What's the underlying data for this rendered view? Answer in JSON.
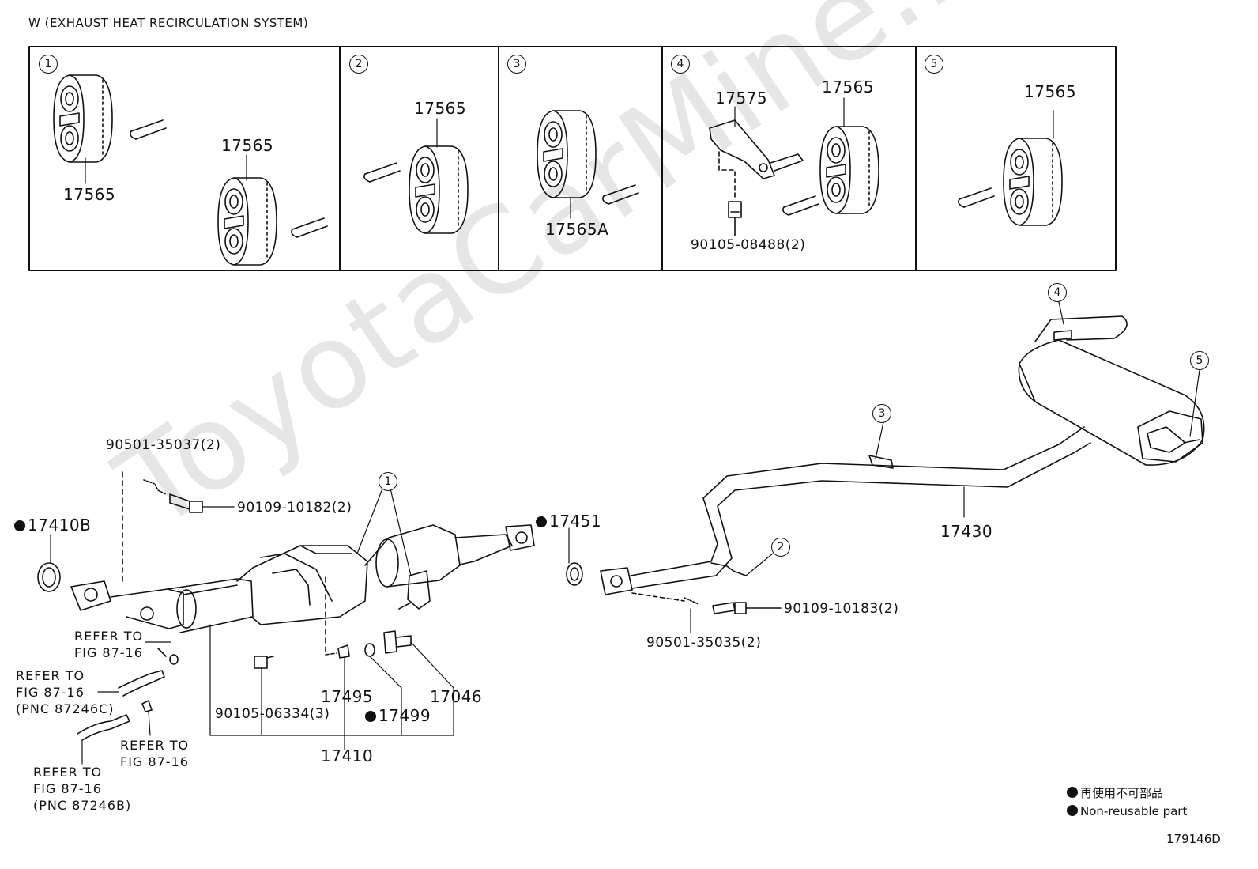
{
  "header": {
    "title": "W (EXHAUST HEAT RECIRCULATION SYSTEM)"
  },
  "watermark": "ToyotaCarMine.ru",
  "panels": [
    {
      "num": "1",
      "labels": [
        "17565",
        "17565"
      ]
    },
    {
      "num": "2",
      "labels": [
        "17565"
      ]
    },
    {
      "num": "3",
      "labels": [
        "17565A"
      ]
    },
    {
      "num": "4",
      "labels": [
        "17575",
        "17565",
        "90105-08488(2)"
      ]
    },
    {
      "num": "5",
      "labels": [
        "17565"
      ]
    }
  ],
  "callouts": [
    "1",
    "2",
    "3",
    "4",
    "5"
  ],
  "parts": {
    "p_90501_35037": "90501-35037(2)",
    "p_90109_10182": "90109-10182(2)",
    "p_17410B": "17410B",
    "p_17451": "17451",
    "p_90105_06334": "90105-06334(3)",
    "p_17495": "17495",
    "p_17499": "17499",
    "p_17046": "17046",
    "p_17410": "17410",
    "p_17430": "17430",
    "p_90109_10183": "90109-10183(2)",
    "p_90501_35035": "90501-35035(2)"
  },
  "refs": {
    "r1": "REFER TO\nFIG 87-16",
    "r2": "REFER TO\nFIG 87-16\n(PNC 87246C)",
    "r3": "REFER TO\nFIG 87-16",
    "r4": "REFER TO\nFIG 87-16\n(PNC 87246B)"
  },
  "legend": {
    "line1": "再使用不可部品",
    "line2": "Non-reusable part"
  },
  "figure_id": "179146D"
}
